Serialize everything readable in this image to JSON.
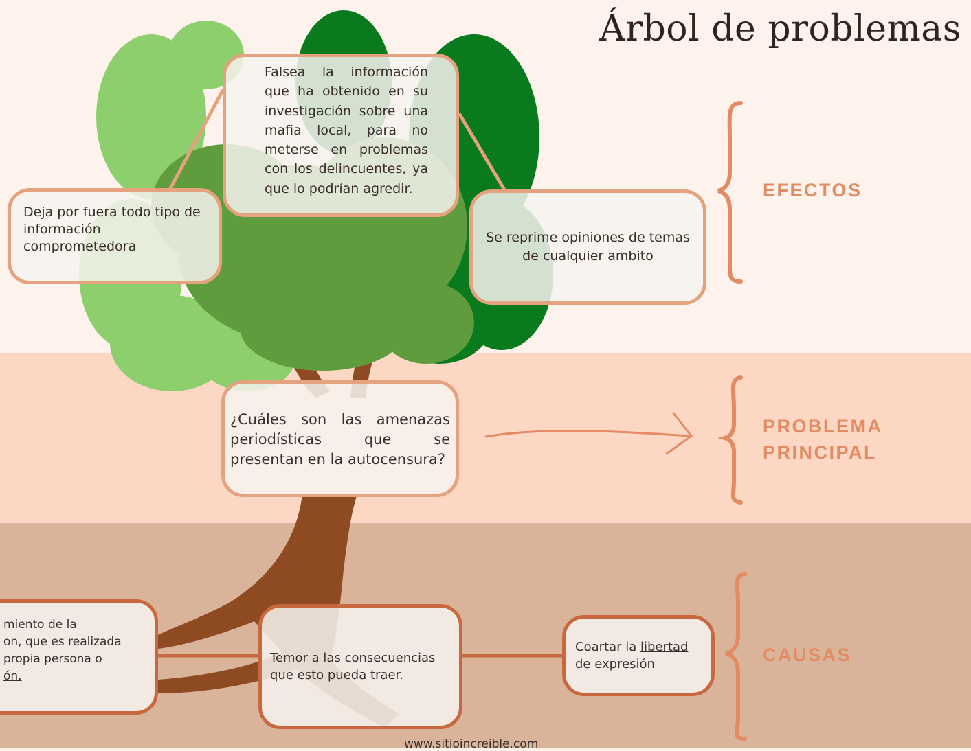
{
  "title": "Árbol de problemas",
  "sections": {
    "effects_label": "EFECTOS",
    "problem_label_line1": "PROBLEMA",
    "problem_label_line2": "PRINCIPAL",
    "causes_label": "CAUSAS"
  },
  "effects": {
    "center": "Falsea la información que ha obtenido en su investigación sobre una mafia local, para no meterse en problemas con los delincuentes, ya que lo podrían agredir.",
    "left": "Deja por fuera todo tipo de información comprometedora",
    "right": "Se reprime opiniones de temas de cualquier ambito"
  },
  "main_problem": "¿Cuáles son las amenazas periodísticas que se presentan en la autocensura?",
  "causes": {
    "left_partial_1": "miento de la",
    "left_partial_2": "on, que es realizada",
    "left_partial_3": "propia persona o",
    "left_partial_4": "ón.",
    "center": "Temor a las consecuencias que esto pueda traer.",
    "right_prefix": "Coartar la ",
    "right_link1": "libertad",
    "right_link2": "de expresión"
  },
  "footer": "www.sitioincreible.com",
  "colors": {
    "band_top": "#fdf3ec",
    "band_middle": "#fcd8c4",
    "band_bottom": "#d9b49b",
    "accent": "#e38b62",
    "card_border": "#e4a27e",
    "trunk": "#8e4b22",
    "leaf_light": "#8ccf6c",
    "leaf_mid": "#5f9c3e",
    "leaf_dark": "#0a7a1e"
  }
}
